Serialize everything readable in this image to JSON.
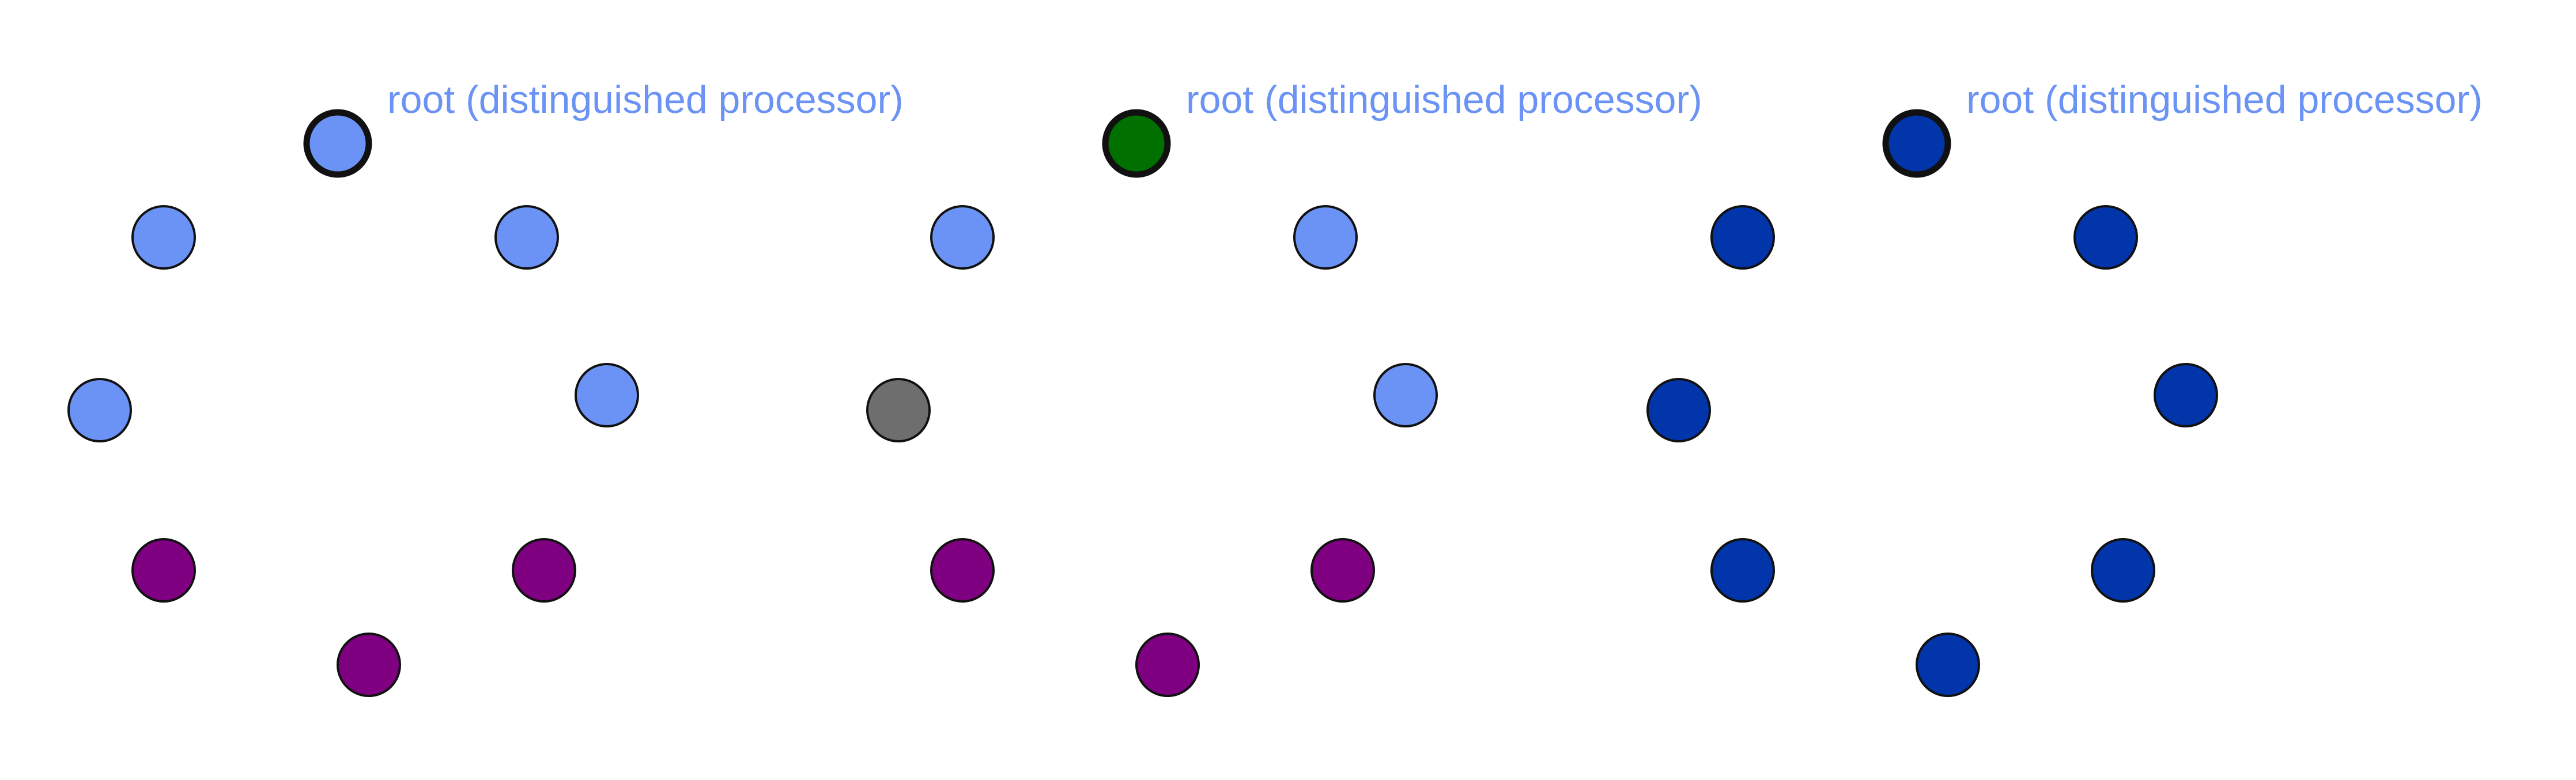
{
  "root_label": "root (distinguished processor)",
  "colors": {
    "label": "#6b93f5",
    "light_blue": "#6b93f5",
    "purple": "#7f0080",
    "green": "#007000",
    "gray": "#6e6e6e",
    "dark_blue": "#0234aa",
    "outline": "#111111"
  },
  "panels": [
    {
      "root_color": "light_blue",
      "nodes": [
        "light_blue",
        "light_blue",
        "purple",
        "purple",
        "purple",
        "light_blue",
        "light_blue",
        "light_blue"
      ]
    },
    {
      "root_color": "green",
      "nodes": [
        "light_blue",
        "light_blue",
        "purple",
        "purple",
        "purple",
        "light_blue",
        "gray",
        "light_blue"
      ]
    },
    {
      "root_color": "dark_blue",
      "nodes": [
        "dark_blue",
        "dark_blue",
        "dark_blue",
        "dark_blue",
        "dark_blue",
        "dark_blue",
        "dark_blue",
        "dark_blue"
      ]
    }
  ]
}
